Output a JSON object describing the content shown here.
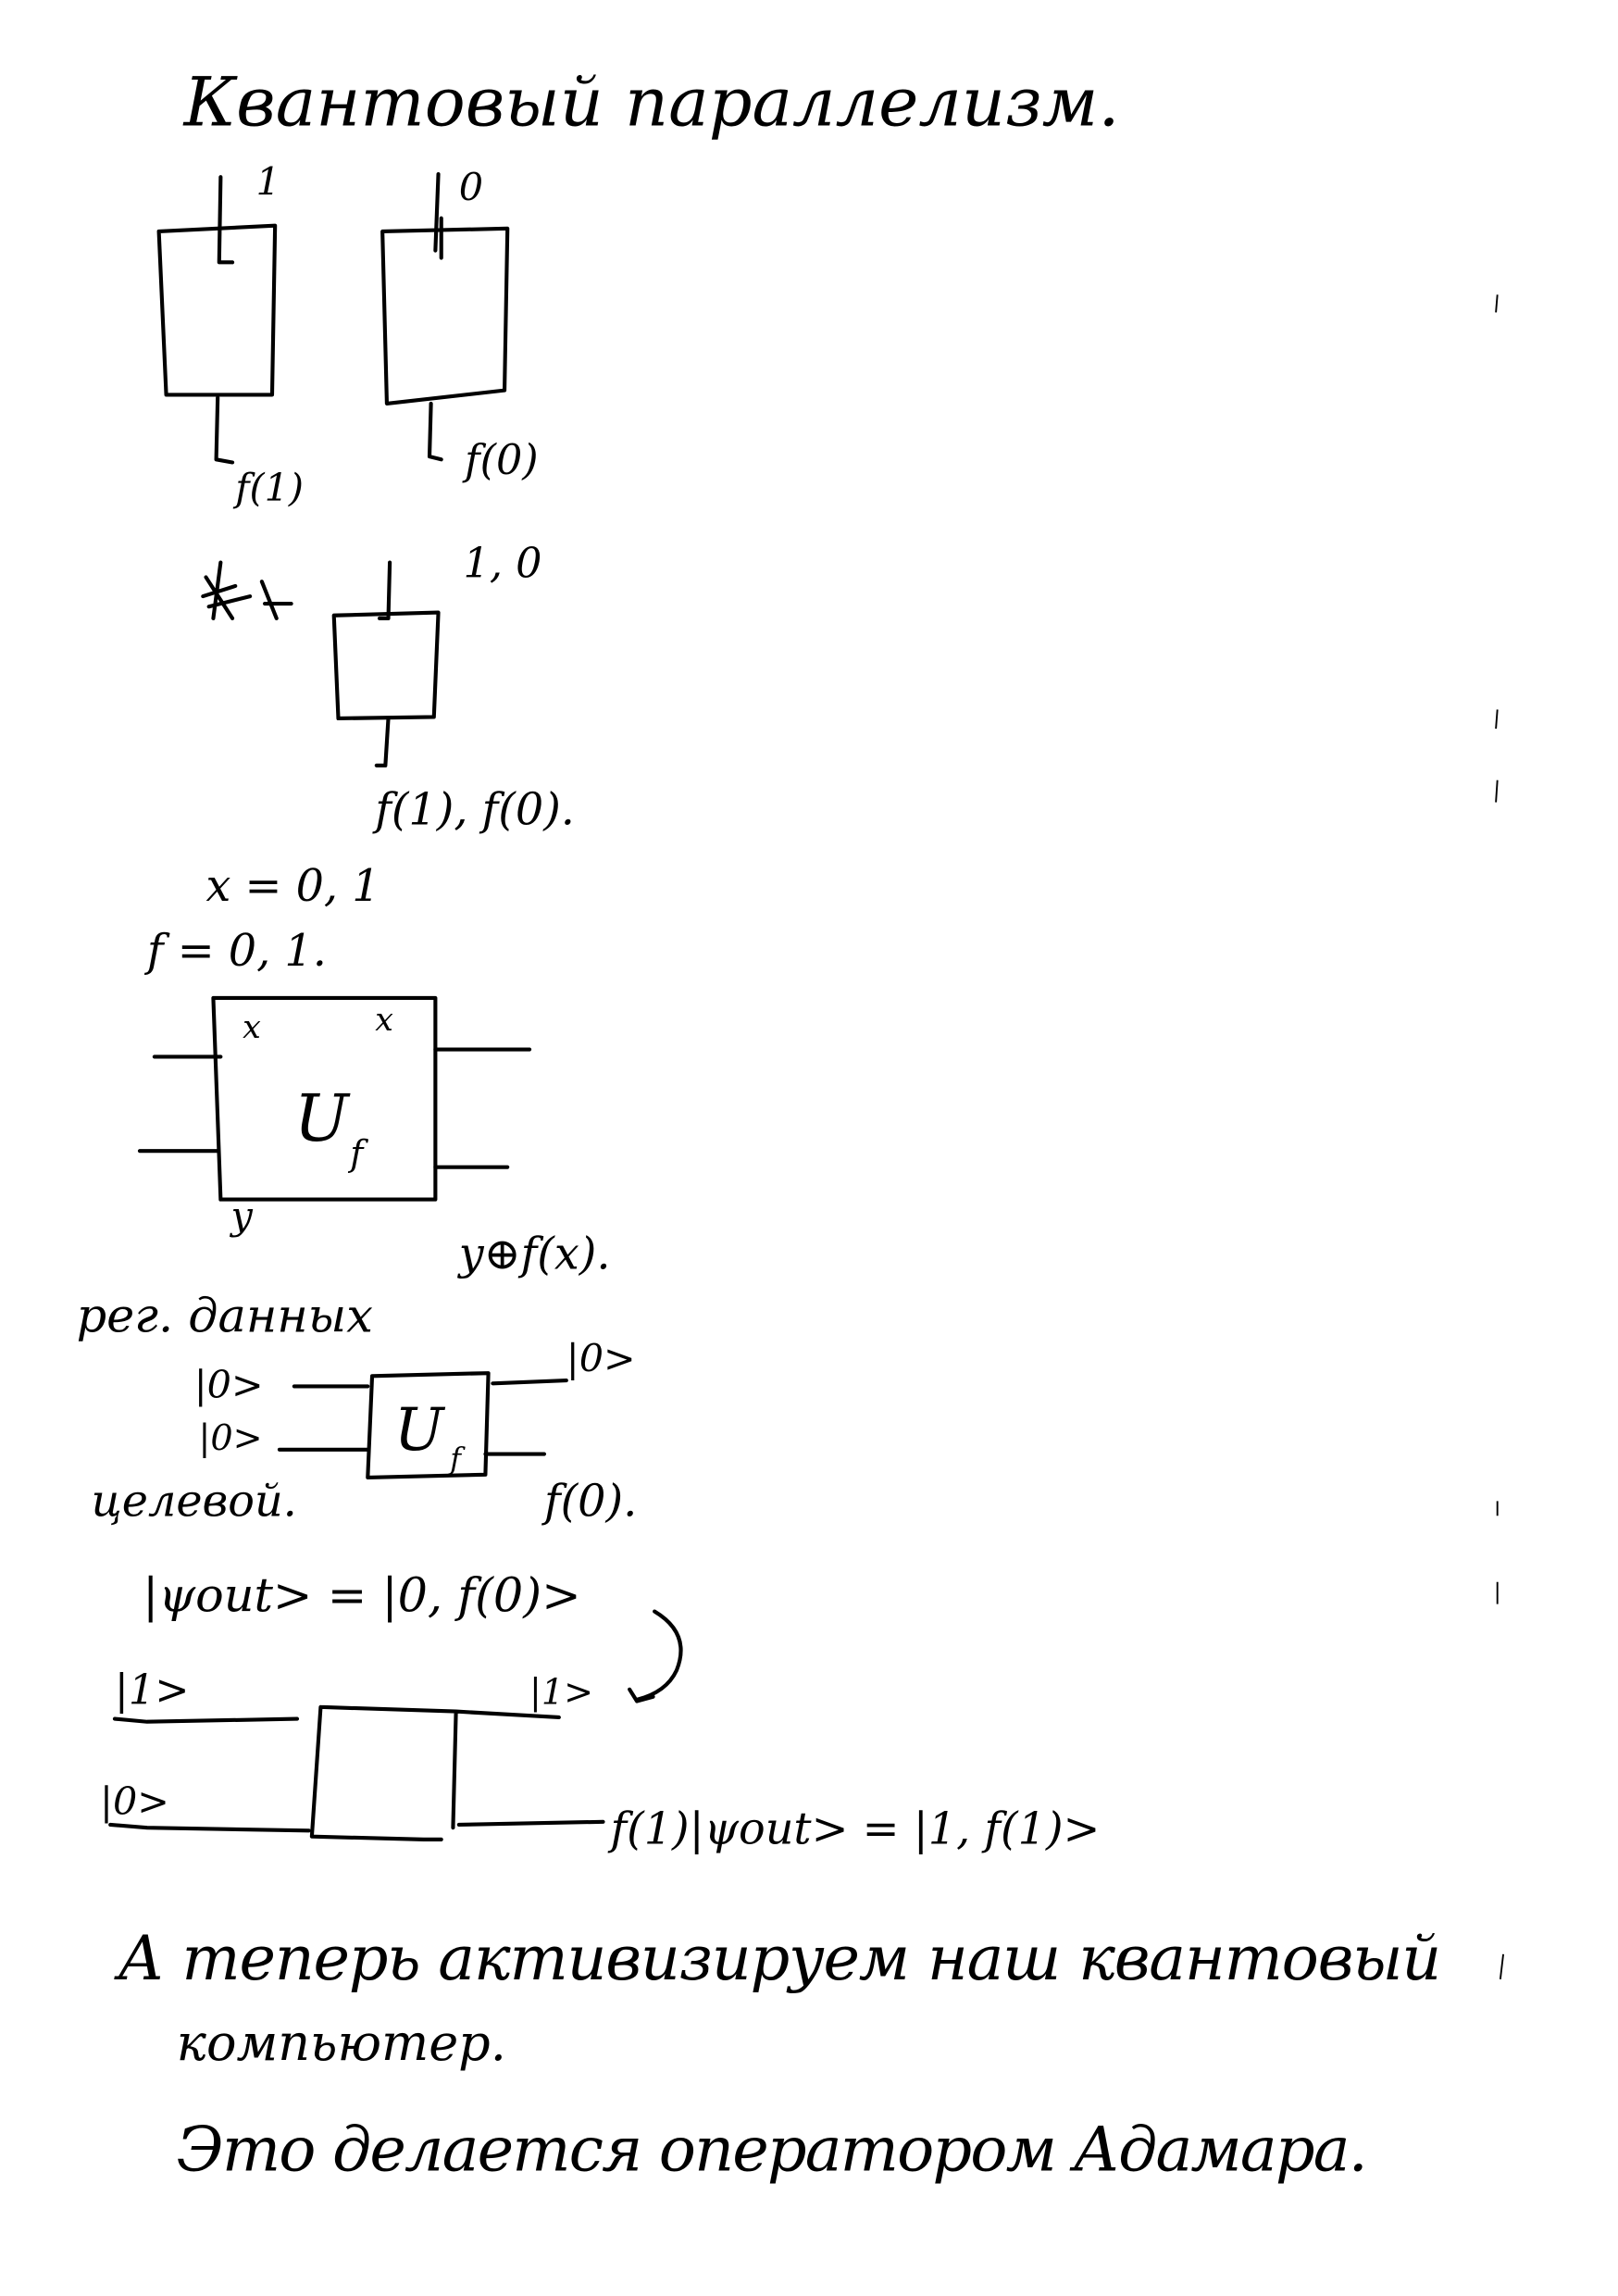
{
  "title": "Квантовый параллелизм.",
  "diagram1": {
    "box_a": {
      "input": "1",
      "output": "f(1)"
    },
    "box_b": {
      "input": "0",
      "output": "f(0)"
    }
  },
  "diagram2": {
    "input": "1, 0",
    "output": "f(1), f(0)."
  },
  "domains": {
    "x_line": "x = 0, 1",
    "f_line": "f = 0, 1."
  },
  "gate": {
    "label": "U",
    "subscript": "f",
    "in_top": "x",
    "out_top": "x",
    "in_bottom": "y",
    "output": "y⊕f(x)."
  },
  "registers": {
    "data_register": "рег. данных",
    "in_top": "|0>",
    "in_bottom": "|0>",
    "target": "целевой.",
    "out_top": "|0>",
    "out_bottom": "f(0).",
    "gate_label": "U",
    "gate_sub": "f"
  },
  "psi_out_0": "|ψout> = |0, f(0)>",
  "circuit3": {
    "in_top": "|1>",
    "in_bottom": "|0>",
    "out_top": "|1>",
    "out_bottom": "f(1)|ψout> = |1, f(1)>"
  },
  "paragraph1_line1": "А теперь активизируем наш квантовый",
  "paragraph1_line2": "компьютер.",
  "paragraph2": "Это делается оператором Адамара."
}
